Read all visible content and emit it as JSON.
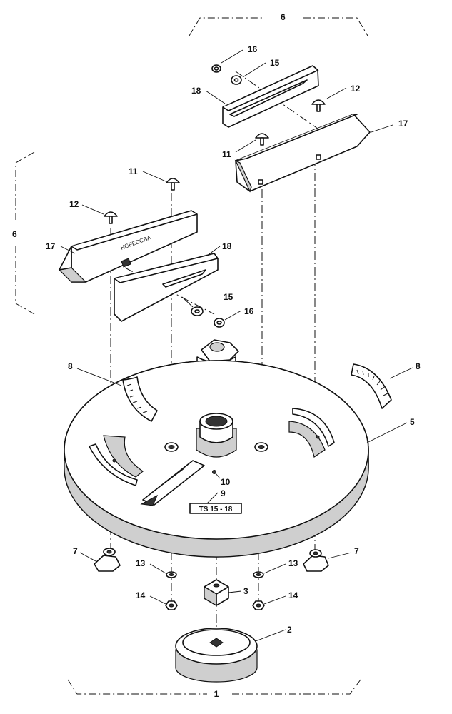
{
  "callouts": {
    "c1": "1",
    "c2": "2",
    "c3": "3",
    "c5": "5",
    "c6_top": "6",
    "c6_left": "6",
    "c7_left": "7",
    "c7_right": "7",
    "c8_left": "8",
    "c8_right": "8",
    "c9": "9",
    "c10": "10",
    "c11_left": "11",
    "c11_right": "11",
    "c12_left": "12",
    "c12_right": "12",
    "c13_left": "13",
    "c13_right": "13",
    "c14_left": "14",
    "c14_right": "14",
    "c15_top": "15",
    "c15_left": "15",
    "c16_top": "16",
    "c16_left": "16",
    "c17_left": "17",
    "c17_right": "17",
    "c18_top": "18",
    "c18_left": "18"
  },
  "plate": {
    "model_label": "TS 15 - 18"
  },
  "fence": {
    "scale_letters": "HGFEDCBA"
  }
}
